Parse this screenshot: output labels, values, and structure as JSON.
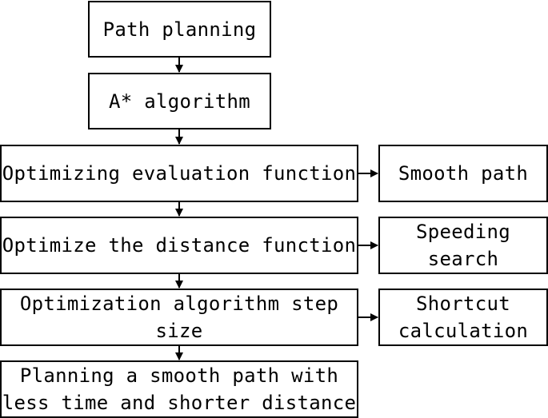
{
  "diagram": {
    "nodes": {
      "path_planning": "Path planning",
      "a_star": "A* algorithm",
      "optimizing_eval": "Optimizing evaluation function",
      "smooth_path": "Smooth path",
      "optimize_distance": "Optimize the distance function",
      "speeding_search": "Speeding\nsearch",
      "optimization_step": "Optimization algorithm step\nsize",
      "shortcut_calc": "Shortcut\ncalculation",
      "planning_result": "Planning a smooth path with\nless time and shorter distance"
    }
  }
}
